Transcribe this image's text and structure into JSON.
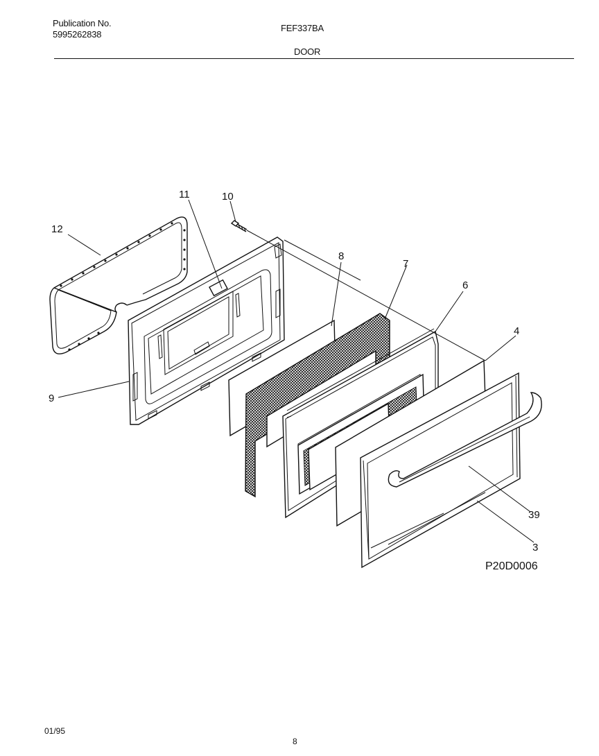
{
  "header": {
    "publication_label": "Publication No.",
    "publication_number": "5995262838",
    "model": "FEF337BA",
    "section": "DOOR"
  },
  "figure": {
    "id": "P20D0006",
    "callouts": [
      "12",
      "11",
      "10",
      "8",
      "7",
      "6",
      "4",
      "9",
      "39",
      "3"
    ]
  },
  "footer": {
    "date": "01/95",
    "page": "8"
  }
}
